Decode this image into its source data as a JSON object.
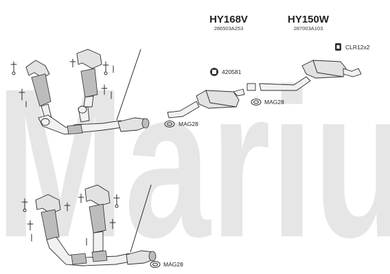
{
  "watermark": "Mariu",
  "parts": [
    {
      "code": "HY168V",
      "ref": "286503A253"
    },
    {
      "code": "HY150W",
      "ref": "287003A103"
    }
  ],
  "callouts": {
    "clamp": "CLR12x2",
    "mounting_kit": "420581",
    "gasket_mid": "MAG28",
    "gasket_front_upper": "MAG28",
    "gasket_front_lower": "MAG28"
  }
}
